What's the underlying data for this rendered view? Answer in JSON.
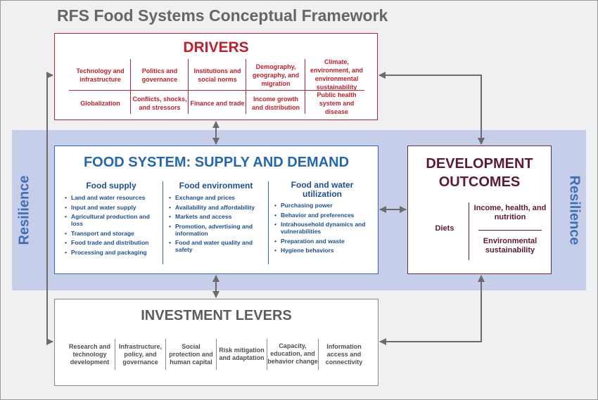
{
  "title": "RFS Food Systems Conceptual Framework",
  "resilience_label": "Resilience",
  "colors": {
    "drivers": "#c0202d",
    "food_system": "#2466b0",
    "outcomes": "#5e1a2e",
    "levers": "#5c5c5c",
    "band": "#c6ceea",
    "arrow": "#6b6b6b"
  },
  "drivers": {
    "title": "DRIVERS",
    "row1": [
      "Technology and infrastructure",
      "Politics and governance",
      "Institutions and social norms",
      "Demography, geography, and migration",
      "Climate, environment, and environmental sustainability"
    ],
    "row2": [
      "Globalization",
      "Conflicts, shocks, and stressors",
      "Finance and trade",
      "Income growth and distribution",
      "Public health system and disease"
    ]
  },
  "food_system": {
    "title": "FOOD SYSTEM: SUPPLY AND DEMAND",
    "columns": [
      {
        "heading": "Food supply",
        "items": [
          "Land and water resources",
          "Input and water supply",
          "Agricultural production and loss",
          "Transport and storage",
          "Food trade and distribution",
          "Processing and packaging"
        ]
      },
      {
        "heading": "Food environment",
        "items": [
          "Exchange and prices",
          "Availability and affordability",
          "Markets and access",
          "Promotion, advertising and information",
          "Food and water quality and safety"
        ]
      },
      {
        "heading": "Food and water utilization",
        "items": [
          "Purchasing power",
          "Behavior and preferences",
          "Intrahousehold dynamics and vulnerabilities",
          "Preparation and waste",
          "Hygiene behaviors"
        ]
      }
    ]
  },
  "outcomes": {
    "title": "DEVELOPMENT OUTCOMES",
    "left": "Diets",
    "top_right": "Income, health, and nutrition",
    "bottom_right": "Environmental sustainability"
  },
  "levers": {
    "title": "INVESTMENT LEVERS",
    "items": [
      "Research and technology development",
      "Infrastructure, policy, and governance",
      "Social protection and human capital",
      "Risk mitigation and adaptation",
      "Capacity, education, and behavior change",
      "Information access and connectivity"
    ]
  }
}
